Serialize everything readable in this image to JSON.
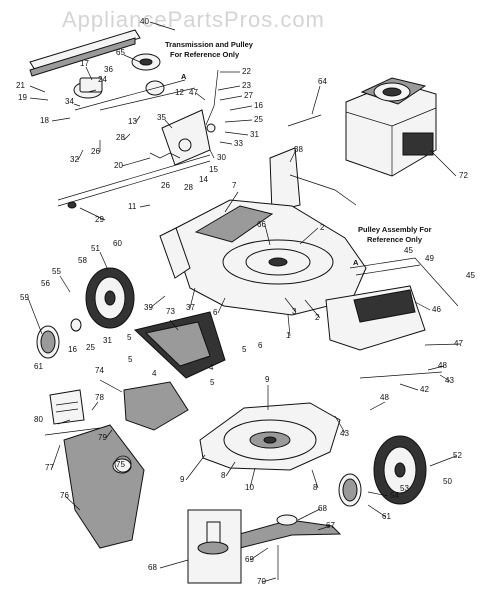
{
  "watermark": "AppliancePartsPros.com",
  "captions": {
    "transmission_line1": "Transmission and Pulley",
    "transmission_line2": "For Reference Only",
    "pulley_line1": "Pulley Assembly For",
    "pulley_line2": "Reference Only"
  },
  "callouts": {
    "tl": [
      "40",
      "65",
      "17",
      "36",
      "24",
      "21",
      "19",
      "34",
      "18",
      "32",
      "26",
      "28",
      "13",
      "20",
      "11",
      "29"
    ],
    "tr": [
      "22",
      "23",
      "27",
      "47",
      "12",
      "16",
      "25",
      "35",
      "31",
      "33",
      "30",
      "15",
      "14",
      "28",
      "26",
      "38",
      "64",
      "72"
    ],
    "mid": [
      "7",
      "66",
      "2",
      "45",
      "49",
      "45",
      "51",
      "60",
      "55",
      "56",
      "58",
      "59",
      "39",
      "37",
      "6",
      "3",
      "2",
      "1",
      "46",
      "73",
      "5",
      "16",
      "25",
      "31",
      "61",
      "5",
      "4",
      "6",
      "5",
      "4",
      "5",
      "47",
      "48",
      "43",
      "42",
      "48",
      "43"
    ],
    "low": [
      "74",
      "78",
      "80",
      "79",
      "77",
      "75",
      "76",
      "9",
      "9",
      "8",
      "10",
      "8",
      "52",
      "54",
      "53",
      "50",
      "61",
      "68",
      "67",
      "69",
      "68",
      "70"
    ]
  },
  "point_a": "A"
}
